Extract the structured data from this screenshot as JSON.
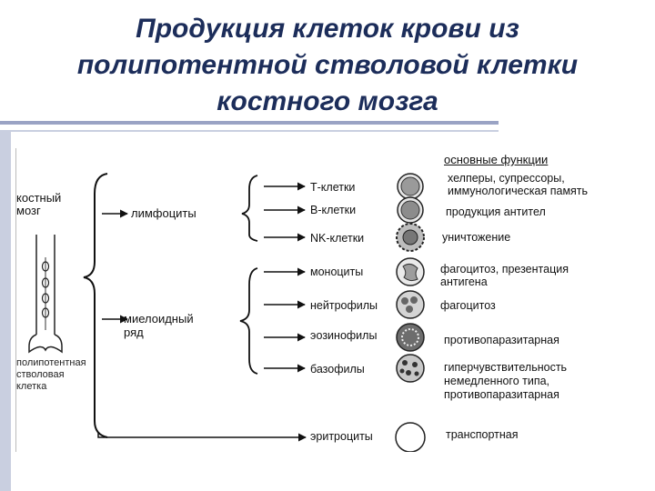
{
  "title": {
    "line1": "Продукция клеток крови из",
    "line2": "полипотентной стволовой клетки",
    "line3": "костного мозга"
  },
  "diagram": {
    "functions_header": "основные функции",
    "bone_marrow": [
      "костный",
      "мозг"
    ],
    "stem_cell": [
      "полипотентная",
      "стволовая",
      "клетка"
    ],
    "lymphocytes": "лимфоциты",
    "myeloid": [
      "миелоидный",
      "ряд"
    ],
    "cells": {
      "t_cells": "Т-клетки",
      "b_cells": "В-клетки",
      "nk_cells": "NK-клетки",
      "monocytes": "моноциты",
      "neutrophils": "нейтрофилы",
      "eosinophils": "эозинофилы",
      "basophils": "базофилы",
      "erythrocytes": "эритроциты"
    },
    "functions": {
      "t_cells": [
        "хелперы, супрессоры,",
        "иммунологическая память"
      ],
      "b_cells": "продукция антител",
      "nk_cells": "уничтожение",
      "monocytes": [
        "фагоцитоз, презентация",
        "антигена"
      ],
      "neutrophils": "фагоцитоз",
      "eosinophils": "противопаразитарная",
      "basophils": [
        "гиперчувствительность",
        "немедленного типа,",
        "противопаразитарная"
      ],
      "erythrocytes": "транспортная"
    }
  },
  "colors": {
    "title": "#1c2d5a",
    "decor": "#c9cfe0"
  }
}
